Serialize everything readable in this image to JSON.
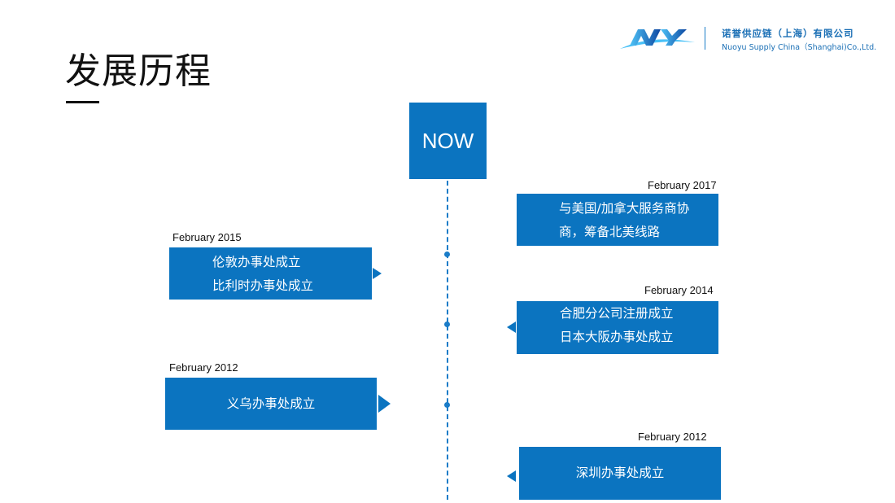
{
  "slide": {
    "title": "发展历程"
  },
  "logo": {
    "mark_icon": "ny-logo-icon",
    "mark_text": "NY",
    "company_cn": "诺誉供应链（上海）有限公司",
    "company_en": "Nuoyu Supply China（Shanghai)Co.,Ltd."
  },
  "timeline": {
    "now_label": "NOW",
    "events": [
      {
        "date": "February 2017",
        "lines": [
          "与美国/加拿大服务商协",
          "商，筹备北美线路"
        ]
      },
      {
        "date": "February 2015",
        "lines": [
          "伦敦办事处成立",
          "比利时办事处成立"
        ]
      },
      {
        "date": "February 2014",
        "lines": [
          "合肥分公司注册成立",
          "日本大阪办事处成立"
        ]
      },
      {
        "date": "February 2012",
        "lines": [
          "义乌办事处成立"
        ]
      },
      {
        "date": "February 2012",
        "lines": [
          "深圳办事处成立"
        ]
      }
    ]
  },
  "colors": {
    "accent": "#0b74c0",
    "brand": "#1a6fb5",
    "text": "#111111"
  }
}
